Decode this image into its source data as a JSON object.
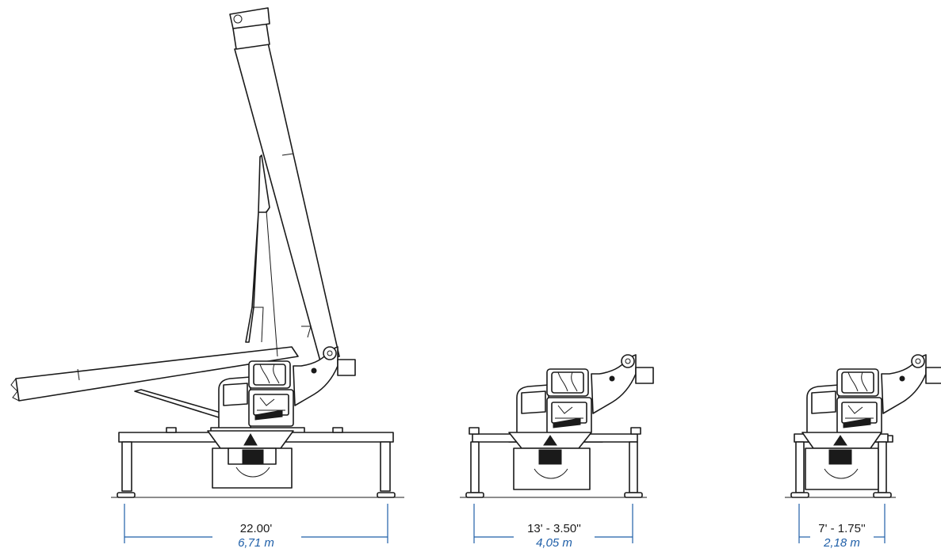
{
  "dimensions": [
    {
      "imperial": "22.00'",
      "metric": "6,71 m"
    },
    {
      "imperial": "13' - 3.50''",
      "metric": "4,05 m"
    },
    {
      "imperial": "7' - 1.75''",
      "metric": "2,18 m"
    }
  ],
  "colors": {
    "line": "#1a1a1a",
    "dimension": "#1f5fa8"
  }
}
